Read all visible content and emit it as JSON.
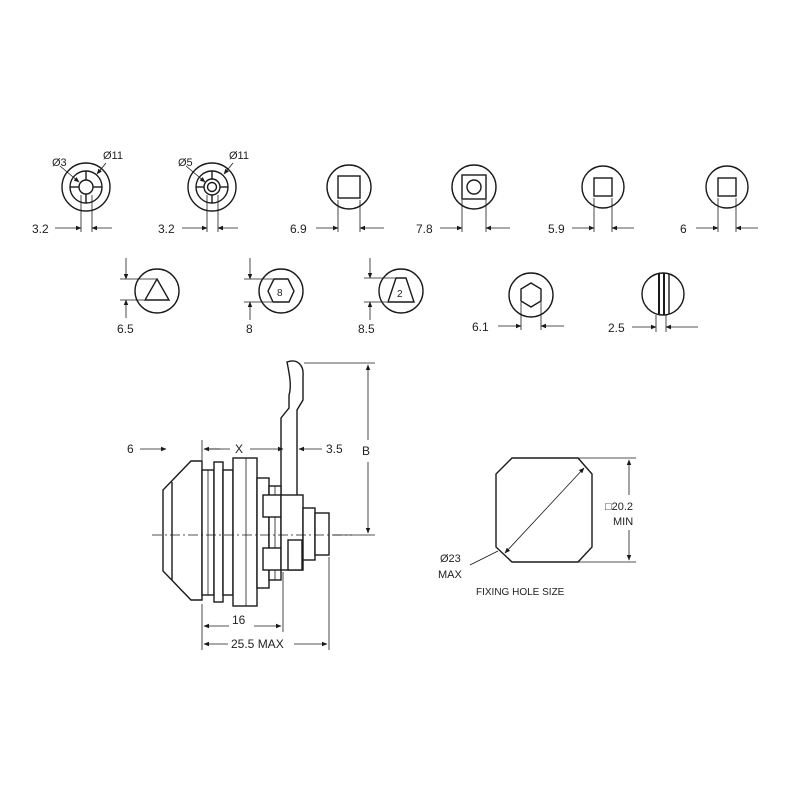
{
  "key_profiles": [
    {
      "dia_inner": "Ø3",
      "dia_outer": "Ø11",
      "dim": "3.2"
    },
    {
      "dia_inner": "Ø5",
      "dia_outer": "Ø11",
      "dim": "3.2"
    },
    {
      "dim": "6.9"
    },
    {
      "dim": "7.8"
    },
    {
      "dim": "5.9"
    },
    {
      "dim": "6"
    },
    {
      "dim": "6.5"
    },
    {
      "dim": "8",
      "inner": "8"
    },
    {
      "dim": "8.5",
      "inner": "2"
    },
    {
      "dim": "6.1"
    },
    {
      "dim": "2.5"
    }
  ],
  "side_view": {
    "dim_left": "6",
    "dim_x": "X",
    "dim_cam": "3.5",
    "dim_b": "B",
    "dim_16": "16",
    "dim_total": "25.5 MAX"
  },
  "fixing_hole": {
    "square": "□20.2",
    "square_note": "MIN",
    "diameter": "Ø23",
    "diameter_note": "MAX",
    "caption": "FIXING HOLE SIZE"
  }
}
